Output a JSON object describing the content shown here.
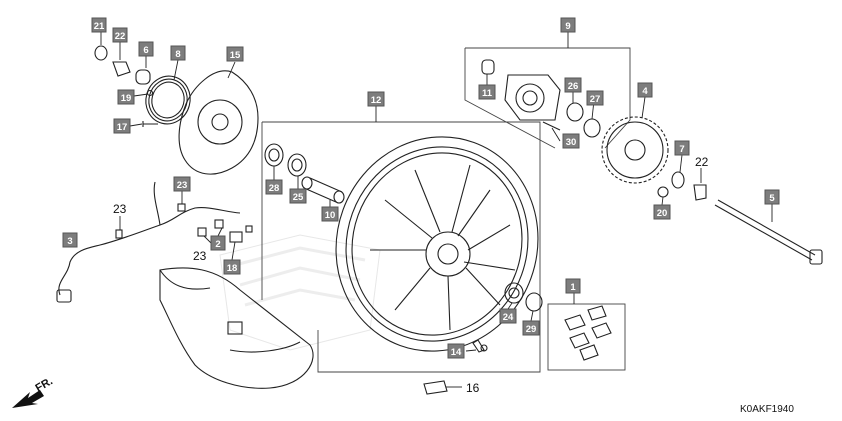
{
  "labels": {
    "p1": "1",
    "p2": "2",
    "p3": "3",
    "p4": "4",
    "p5": "5",
    "p6": "6",
    "p7": "7",
    "p8": "8",
    "p9": "9",
    "p10": "10",
    "p11": "11",
    "p12": "12",
    "p14": "14",
    "p15": "15",
    "p16": "16",
    "p17": "17",
    "p18": "18",
    "p19": "19",
    "p20": "20",
    "p21": "21",
    "p22a": "22",
    "p22b": "22",
    "p23a": "23",
    "p23b": "23",
    "p23c": "23",
    "p24": "24",
    "p25": "25",
    "p26": "26",
    "p27": "27",
    "p28": "28",
    "p29": "29",
    "p30": "30"
  },
  "direction_marker": "FR.",
  "diagram_code": "K0AKF1940",
  "colors": {
    "tag_fill": "#7d7d7d",
    "tag_text": "#ffffff",
    "line": "#222222",
    "watermark": "#cfcfcf"
  }
}
